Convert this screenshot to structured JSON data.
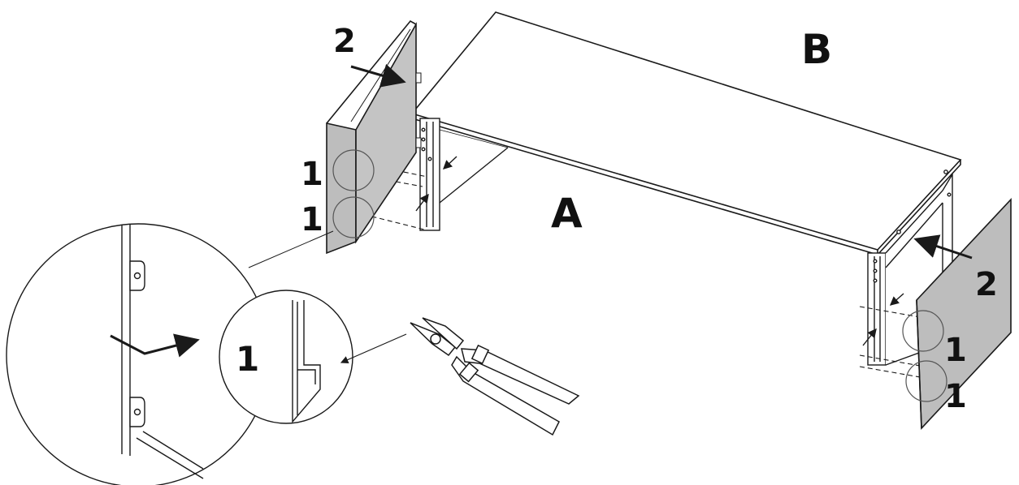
{
  "labels": {
    "side_a": "A",
    "side_b": "B",
    "step_left_2": "2",
    "step_left_1_top": "1",
    "step_left_1_bottom": "1",
    "step_right_2": "2",
    "step_right_1_top": "1",
    "step_right_1_bottom": "1",
    "detail_step": "1"
  },
  "colors": {
    "panel_fill": "#bdbdbd",
    "line": "#1a1a1a",
    "background": "#ffffff"
  },
  "icons": [
    "pliers-icon",
    "arrow-icon"
  ]
}
